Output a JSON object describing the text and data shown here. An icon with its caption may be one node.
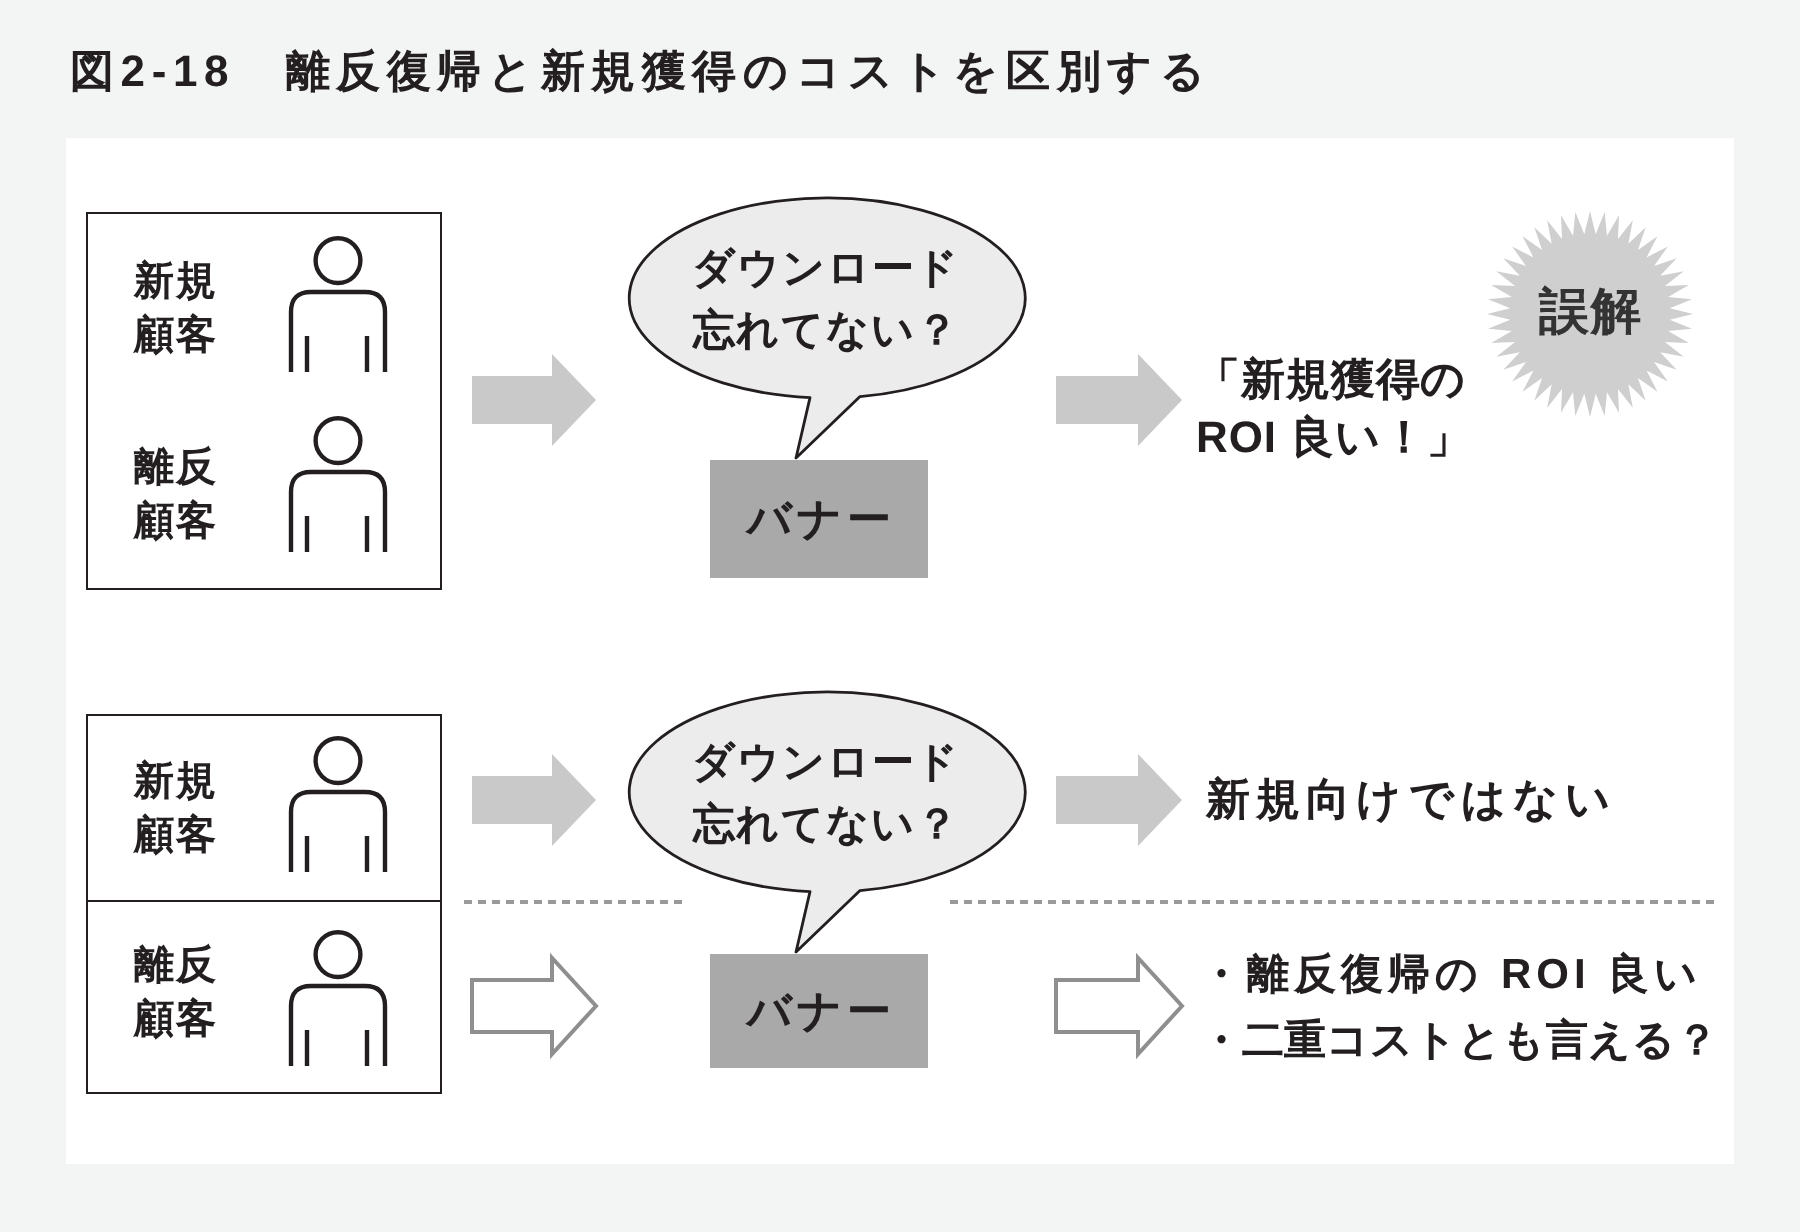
{
  "diagram": {
    "title": "図2-18　離反復帰と新規獲得のコストを区別する",
    "nodes": [
      {
        "text": [
          "新規顧客",
          "離反顧客"
        ]
      },
      {
        "text": [
          "ダウンロード忘れてない？"
        ]
      },
      {
        "text": [
          "バナー"
        ]
      },
      {
        "text": [
          "「新規獲得のROI 良い！」"
        ]
      },
      {
        "text": [
          "誤解"
        ]
      },
      {
        "text": [
          "新規顧客"
        ]
      },
      {
        "text": [
          "離反顧客"
        ]
      },
      {
        "text": [
          "ダウンロード忘れてない？"
        ]
      },
      {
        "text": [
          "バナー"
        ]
      },
      {
        "text": [
          "新規向けではない"
        ]
      },
      {
        "text": [
          "・離反復帰の ROI 良い",
          "・二重コストとも言える？"
        ]
      }
    ],
    "edges": [
      {
        "from": 0,
        "to": 1,
        "arrow": "to"
      },
      {
        "from": 1,
        "to": 3,
        "arrow": "to"
      },
      {
        "from": 5,
        "to": 7,
        "arrow": "to"
      },
      {
        "from": 7,
        "to": 9,
        "arrow": "to"
      },
      {
        "from": 6,
        "to": 8,
        "arrow": "to",
        "color": "#8f8f8f"
      },
      {
        "from": 7,
        "to": 10,
        "arrow": "to",
        "color": "#8f8f8f"
      }
    ]
  }
}
